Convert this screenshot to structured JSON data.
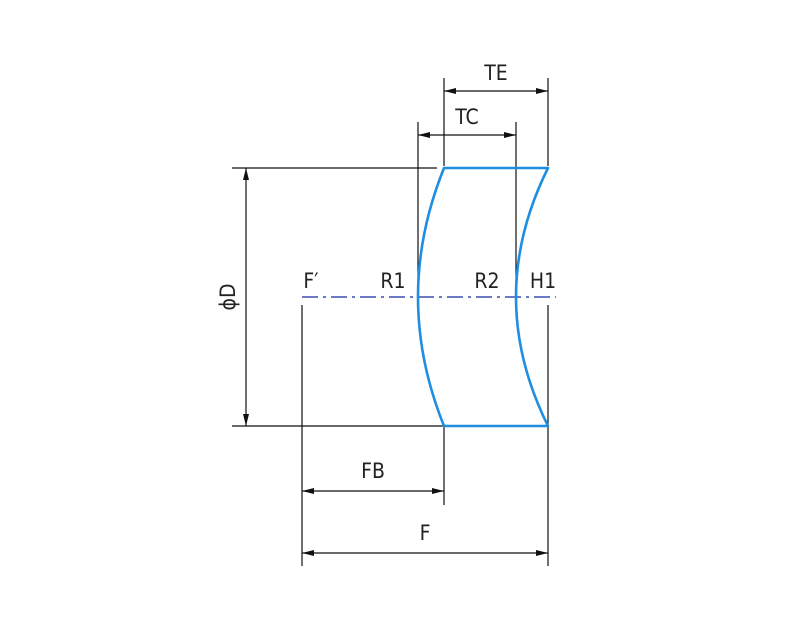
{
  "labels": {
    "te": "TE",
    "tc": "TC",
    "diameter": "ϕD",
    "focal_point": "F′",
    "r1": "R1",
    "r2": "R2",
    "h1": "H1",
    "fb": "FB",
    "f": "F"
  },
  "colors": {
    "lens": "#1f8ee0",
    "axis": "#3b4db0",
    "dimension": "#111111"
  }
}
